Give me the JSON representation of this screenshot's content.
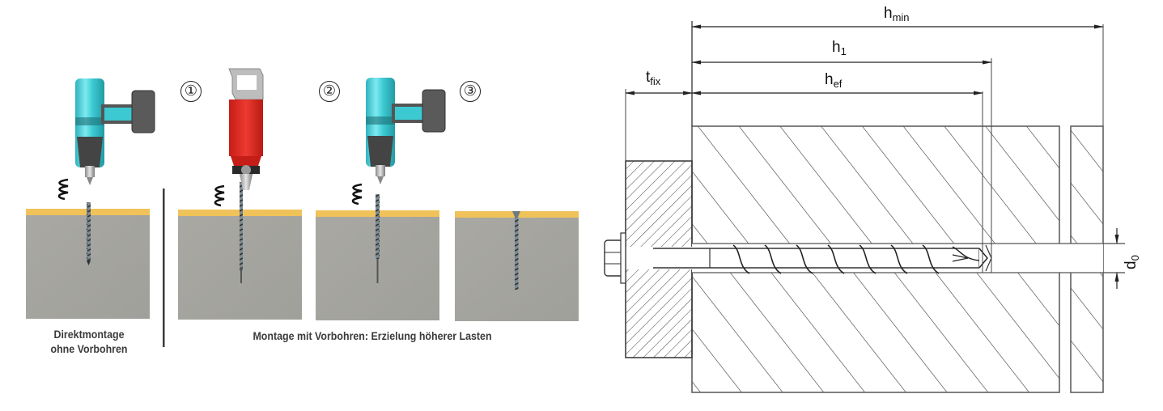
{
  "left_figure": {
    "steps": [
      {
        "number": "①"
      },
      {
        "number": "②"
      },
      {
        "number": "③"
      }
    ],
    "caption_direct_line1": "Direktmontage",
    "caption_direct_line2": "ohne Vorbohren",
    "caption_predrill": "Montage mit Vorbohren: Erzielung höherer Lasten",
    "panels": [
      {
        "name": "direct-mount",
        "tool": "cordless-impact-driver",
        "state": "screwing"
      },
      {
        "name": "predrill",
        "tool": "hammer-drill",
        "state": "drilling"
      },
      {
        "name": "screw-in",
        "tool": "cordless-impact-driver",
        "state": "screwing"
      },
      {
        "name": "installed",
        "tool": "none",
        "state": "installed"
      }
    ],
    "colors": {
      "concrete": "#a6a5a0",
      "wood_layer": "#f0c25a",
      "driver_body": "#3cc9d2",
      "driver_dark": "#4a4a4a",
      "drill_body": "#e02a22",
      "drill_handle": "#c8c8c8"
    }
  },
  "right_figure": {
    "labels": {
      "h_min": {
        "base": "h",
        "sub": "min"
      },
      "h_1": {
        "base": "h",
        "sub": "1"
      },
      "h_ef": {
        "base": "h",
        "sub": "ef"
      },
      "t_fix": {
        "base": "t",
        "sub": "fix"
      },
      "d_0": {
        "base": "d",
        "sub": "0"
      }
    },
    "colors": {
      "line": "#333333",
      "hatch": "#444444"
    }
  }
}
